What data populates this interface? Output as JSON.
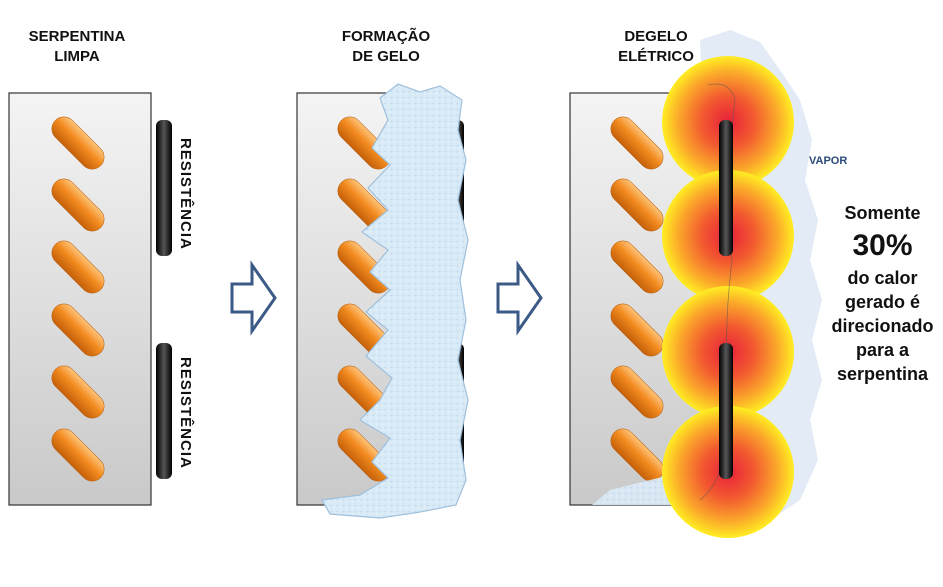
{
  "panels": {
    "clean": {
      "title_line1": "SERPENTINA",
      "title_line2": "LIMPA"
    },
    "ice": {
      "title_line1": "FORMAÇÃO",
      "title_line2": "DE GELO"
    },
    "defrost": {
      "title_line1": "DEGELO",
      "title_line2": "ELÉTRICO"
    }
  },
  "resistor_label": "RESISTÊNCIA",
  "vapor_label": "VAPOR",
  "note": {
    "line1": "Somente",
    "percent": "30%",
    "line2": "do calor",
    "line3": "gerado é",
    "line4": "direcionado",
    "line5": "para a",
    "line6": "serpentina"
  },
  "colors": {
    "tube": "#f28a1e",
    "resistor": "#111111",
    "ice": "#d6e8f6",
    "arrow": "#3b5a86",
    "heat_core": "#e8283c",
    "heat_edge": "#ffee22"
  }
}
